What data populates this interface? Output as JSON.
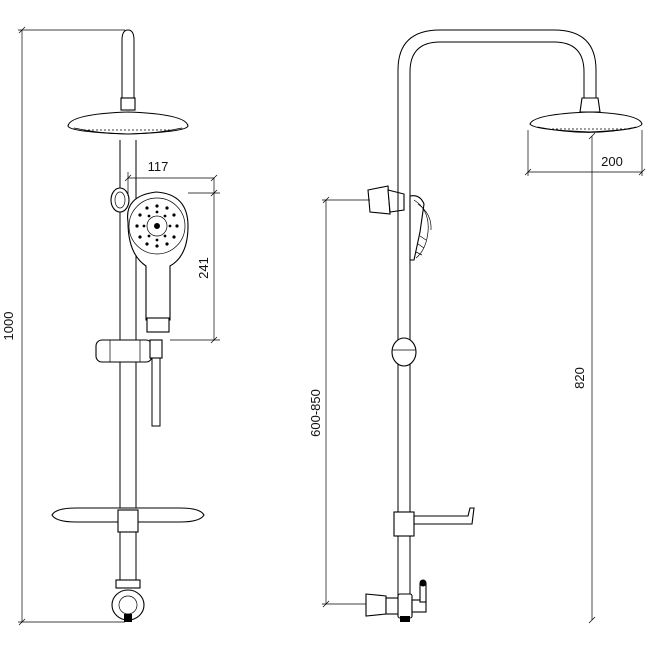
{
  "dimensions": {
    "total_height": "1000",
    "handshower_offset": "117",
    "handshower_length": "241",
    "adjust_range": "600-850",
    "head_diameter": "200",
    "head_height": "820"
  }
}
